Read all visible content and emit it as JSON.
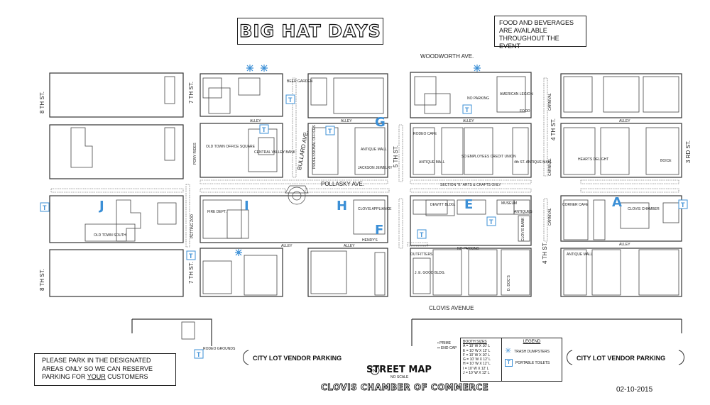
{
  "title": "BIG HAT DAYS",
  "notice_food": [
    "FOOD AND BEVERAGES",
    "ARE AVAILABLE",
    "THROUGHOUT THE EVENT"
  ],
  "notice_parking": {
    "line1": "PLEASE PARK IN THE DESIGNATED",
    "line2": "AREAS ONLY SO WE CAN RESERVE",
    "line3_pre": "PARKING FOR ",
    "line3_u": "YOUR",
    "line3_post": " CUSTOMERS"
  },
  "streets": {
    "woodworth": "WOODWORTH AVE.",
    "pollasky": "POLLASKY AVE.",
    "clovis_ave": "CLOVIS AVENUE",
    "bullard": "BULLARD AVE.",
    "eighth_top": "8 TH ST.",
    "eighth_bottom": "8 TH ST.",
    "seventh_top": "7 TH ST.",
    "seventh_bottom": "7 TH ST.",
    "fifth": "5 TH ST.",
    "fourth_top": "4 TH ST.",
    "fourth_bottom": "4 TH ST.",
    "third": "3 RD ST."
  },
  "zones": [
    "A",
    "E",
    "F",
    "G",
    "H",
    "I",
    "J"
  ],
  "places": {
    "beer_garden": "BEER GARDEN",
    "pony_rides": "PONY RIDES",
    "petting_zoo": "PETTING ZOO",
    "old_town_office": "OLD TOWN OFFICE SQUARE",
    "central_valley_bank": "CENTRAL VALLEY BANK",
    "fire_dept": "FIRE DEPT.",
    "old_town_south": "OLD TOWN SOUTH",
    "rodeo_grounds": "RODEO GROUNDS",
    "professional_offices": "PROFESSIONAL OFFICES",
    "antique_mall": "ANTIQUE MALL",
    "jackson_jewelry": "JACKSON JEWELRY",
    "clovis_appliance": "CLOVIS APPLIANCE",
    "henrys": "HENRY'S",
    "no_parking": "NO PARKING",
    "american_legion": "AMERICAN LEGION",
    "food": "FOOD",
    "rodeo_cafe": "RODEO CAFE",
    "sd_credit_union": "SD EMPLOYEES CREDIT UNION",
    "fourth_st_antique": "4th ST. ANTIQUE MALL",
    "dewitt": "DEWITT BLDG.",
    "museum": "MUSEUM",
    "antiques": "ANTIQUES",
    "clovis_bank": "CLOVIS BANK",
    "outfitters": "OUTFITTERS",
    "je_good": "J. E. GOOD BLDG.",
    "doc": "D. DOC'S",
    "corner_cafe": "CORNER CAFE",
    "clovis_chamber": "CLOVIS CHAMBER",
    "hearts_delight": "HEARTS DELIGHT",
    "boice": "BOICE",
    "carnival": "CARNIVAL",
    "alley": "ALLEY",
    "section_e": "SECTION \"E\" ARTS & CRAFTS ONLY"
  },
  "legend": {
    "title": "LEGEND",
    "trash": "TRASH DUMPSTERS",
    "toilets": "PORTABLE TOILETS",
    "t": "T"
  },
  "booth_sizes": {
    "title": "BOOTH SIZES",
    "rows": [
      "A = 10' W X 10' L",
      "E = 10' W X 12' L",
      "F = 10' W X 10' L",
      "G = 10' W X 12' L",
      "H = 10' W X 12' L",
      "I = 10' W X 12' L",
      "J = 10' W X 12' L"
    ]
  },
  "prime": [
    "PRIME",
    "END CAP"
  ],
  "vendor_parking": "CITY LOT VENDOR PARKING",
  "street_map": "STREET MAP",
  "no_scale": "NO SCALE",
  "chamber": "CLOVIS CHAMBER OF COMMERCE",
  "date": "02-10-2015"
}
